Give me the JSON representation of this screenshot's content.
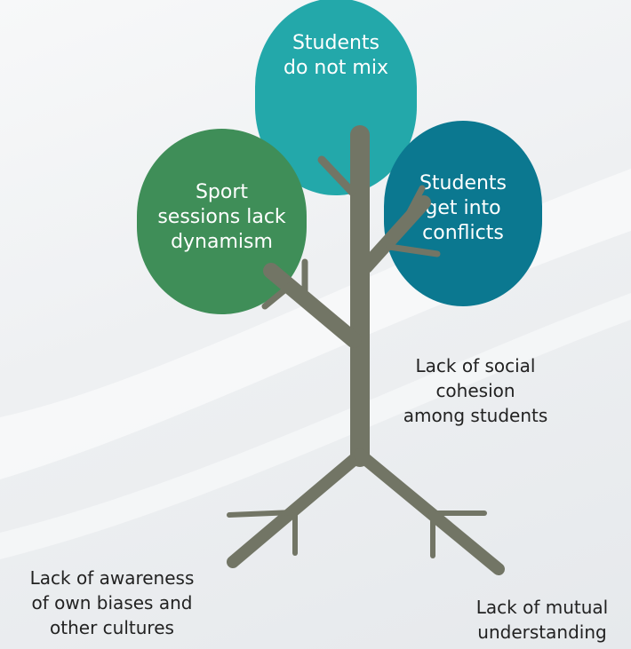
{
  "colors": {
    "top_circle": "#23a8aa",
    "right_circle": "#0b7890",
    "left_circle": "#3f8e58",
    "tree": "#727565"
  },
  "circles": {
    "top": "Students\ndo not mix",
    "right": "Students\nget into\nconflicts",
    "left": "Sport\nsessions lack\ndynamism"
  },
  "trunk_label": "Lack of social\ncohesion\namong students",
  "roots": {
    "left": "Lack of awareness\nof own biases and\nother cultures",
    "right": "Lack of mutual\nunderstanding"
  }
}
